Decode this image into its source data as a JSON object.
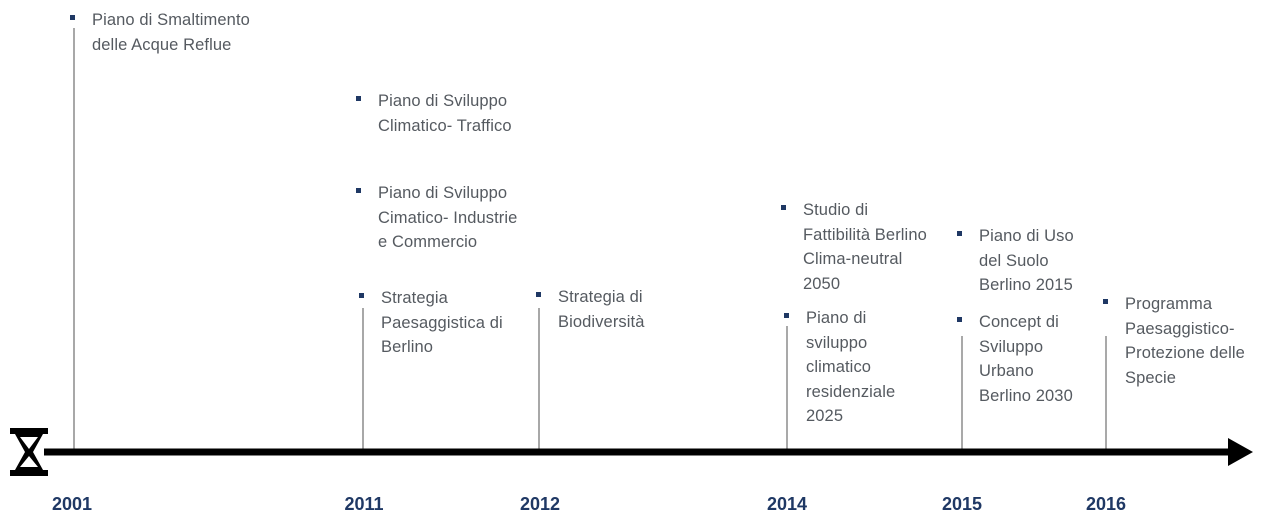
{
  "timeline": {
    "years": [
      "2001",
      "2011",
      "2012",
      "2014",
      "2015",
      "2016"
    ],
    "entries": [
      {
        "text": "Piano di Smaltimento\ndelle Acque Reflue"
      },
      {
        "text": "Piano di Sviluppo\nClimatico- Traffico"
      },
      {
        "text": "Piano di Sviluppo\nCimatico- Industrie\ne Commercio"
      },
      {
        "text": "Strategia\nPaesaggistica di\nBerlino"
      },
      {
        "text": "Strategia di\nBiodiversità"
      },
      {
        "text": "Studio di\nFattibilità Berlino\nClima-neutral\n2050"
      },
      {
        "text": "Piano di\nsviluppo\nclimatico\nresidenziale\n2025"
      },
      {
        "text": "Piano di Uso\ndel Suolo\nBerlino 2015"
      },
      {
        "text": "Concept di\nSviluppo\nUrbano\nBerlino 2030"
      },
      {
        "text": "Programma\nPaesaggistico-\nProtezione delle\nSpecie"
      }
    ]
  },
  "colors": {
    "axis": "#000000",
    "bullet": "#1f3864",
    "year_label": "#1f3864",
    "text": "#555a60",
    "connector": "#8c8c8c"
  },
  "icons": {
    "start": "hourglass-icon",
    "end": "arrowhead-icon"
  }
}
